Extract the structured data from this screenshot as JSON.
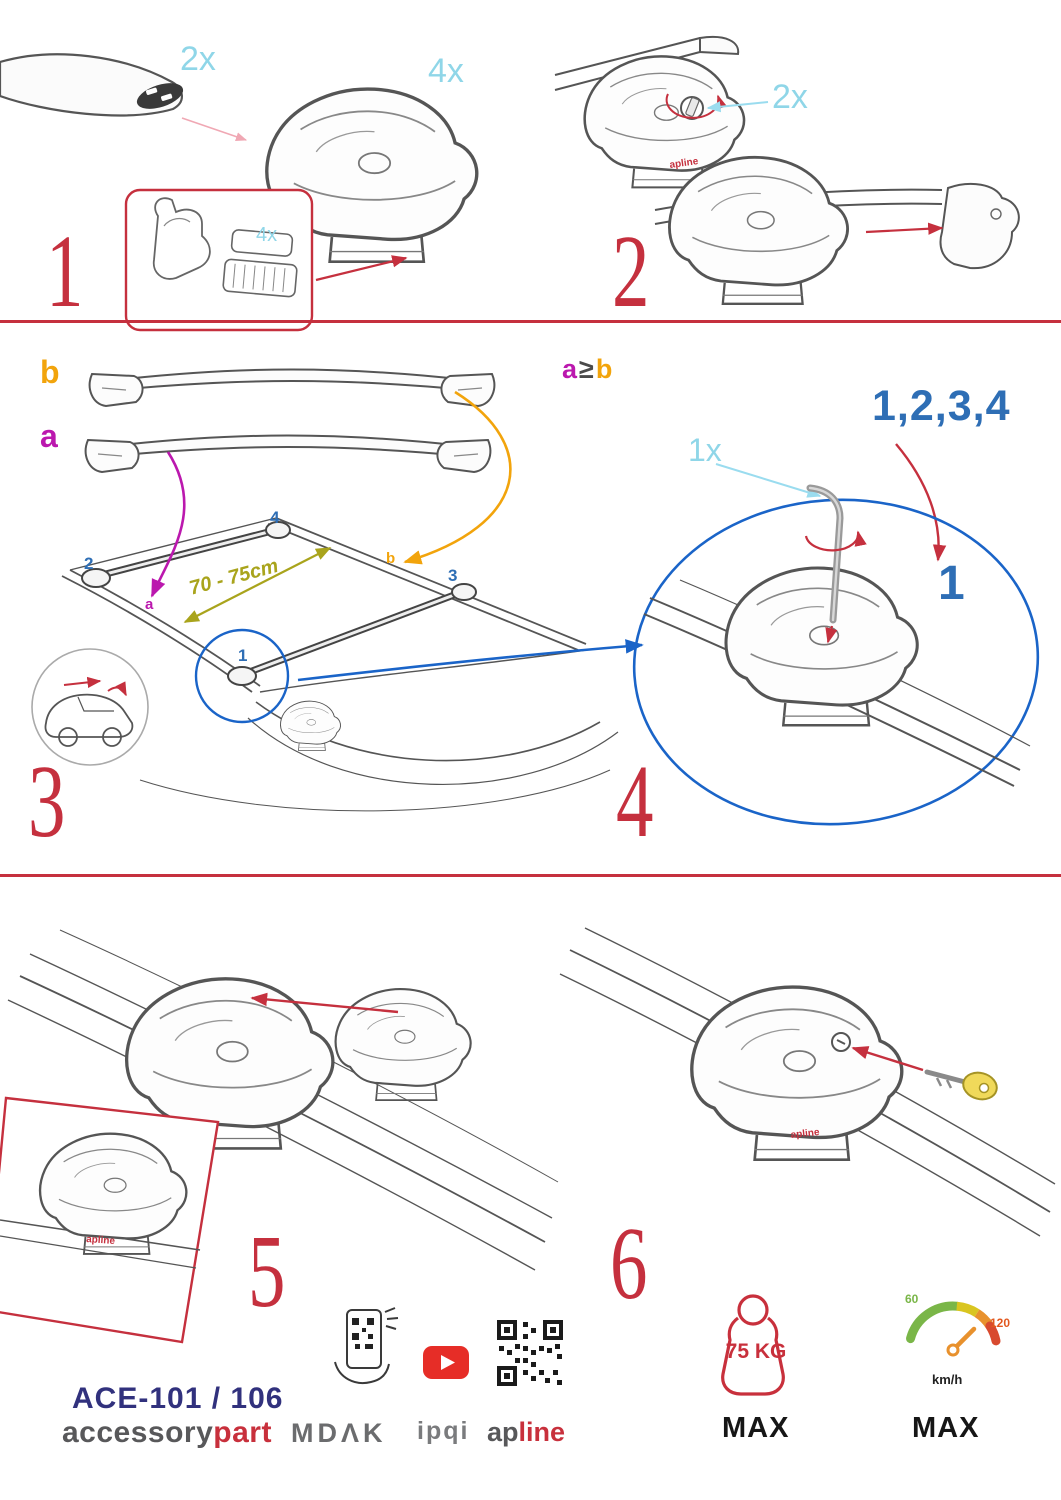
{
  "colors": {
    "red_accent": "#c5303e",
    "cyan_qty": "#8fd6e8",
    "blue_numbers": "#2e6eb5",
    "blue_circle": "#1a64c8",
    "magenta_a": "#bb18ae",
    "orange_b": "#f2a40c",
    "olive_distance": "#a9a41c",
    "navy_model": "#31317d",
    "gray_brand": "#58585a",
    "green_speed": "#7ab648",
    "orange_speed": "#e2571e",
    "youtube_red": "#e62d27"
  },
  "steps": {
    "s1": {
      "num": "1",
      "qty_bar": "2x",
      "qty_foot": "4x",
      "qty_pad": "4x"
    },
    "s2": {
      "num": "2",
      "qty_lock": "2x"
    },
    "s3": {
      "num": "3",
      "bar_b": "b",
      "bar_a": "a",
      "pos1": "1",
      "pos2": "2",
      "pos3": "3",
      "pos4": "4",
      "roof_a": "a",
      "roof_b": "b",
      "distance": "70 - 75cm"
    },
    "s4": {
      "num": "4",
      "rule_a": "a",
      "rule_op": "≥",
      "rule_b": "b",
      "qty_key": "1x",
      "order": "1,2,3,4",
      "start": "1"
    },
    "s5": {
      "num": "5"
    },
    "s6": {
      "num": "6"
    }
  },
  "branding": {
    "model": "ACE-101 / 106",
    "brand_gray": "accessory",
    "brand_red": "part",
    "mdak": "MDΛK",
    "ipqi": "ipqi",
    "apline_gray": "ap",
    "apline_red": "line",
    "foot_logo": "apline"
  },
  "limits": {
    "weight": "75 KG",
    "weight_max": "MAX",
    "speed_max": "MAX",
    "speed_unit": "km/h",
    "speed_low": "60",
    "speed_high": "120"
  }
}
